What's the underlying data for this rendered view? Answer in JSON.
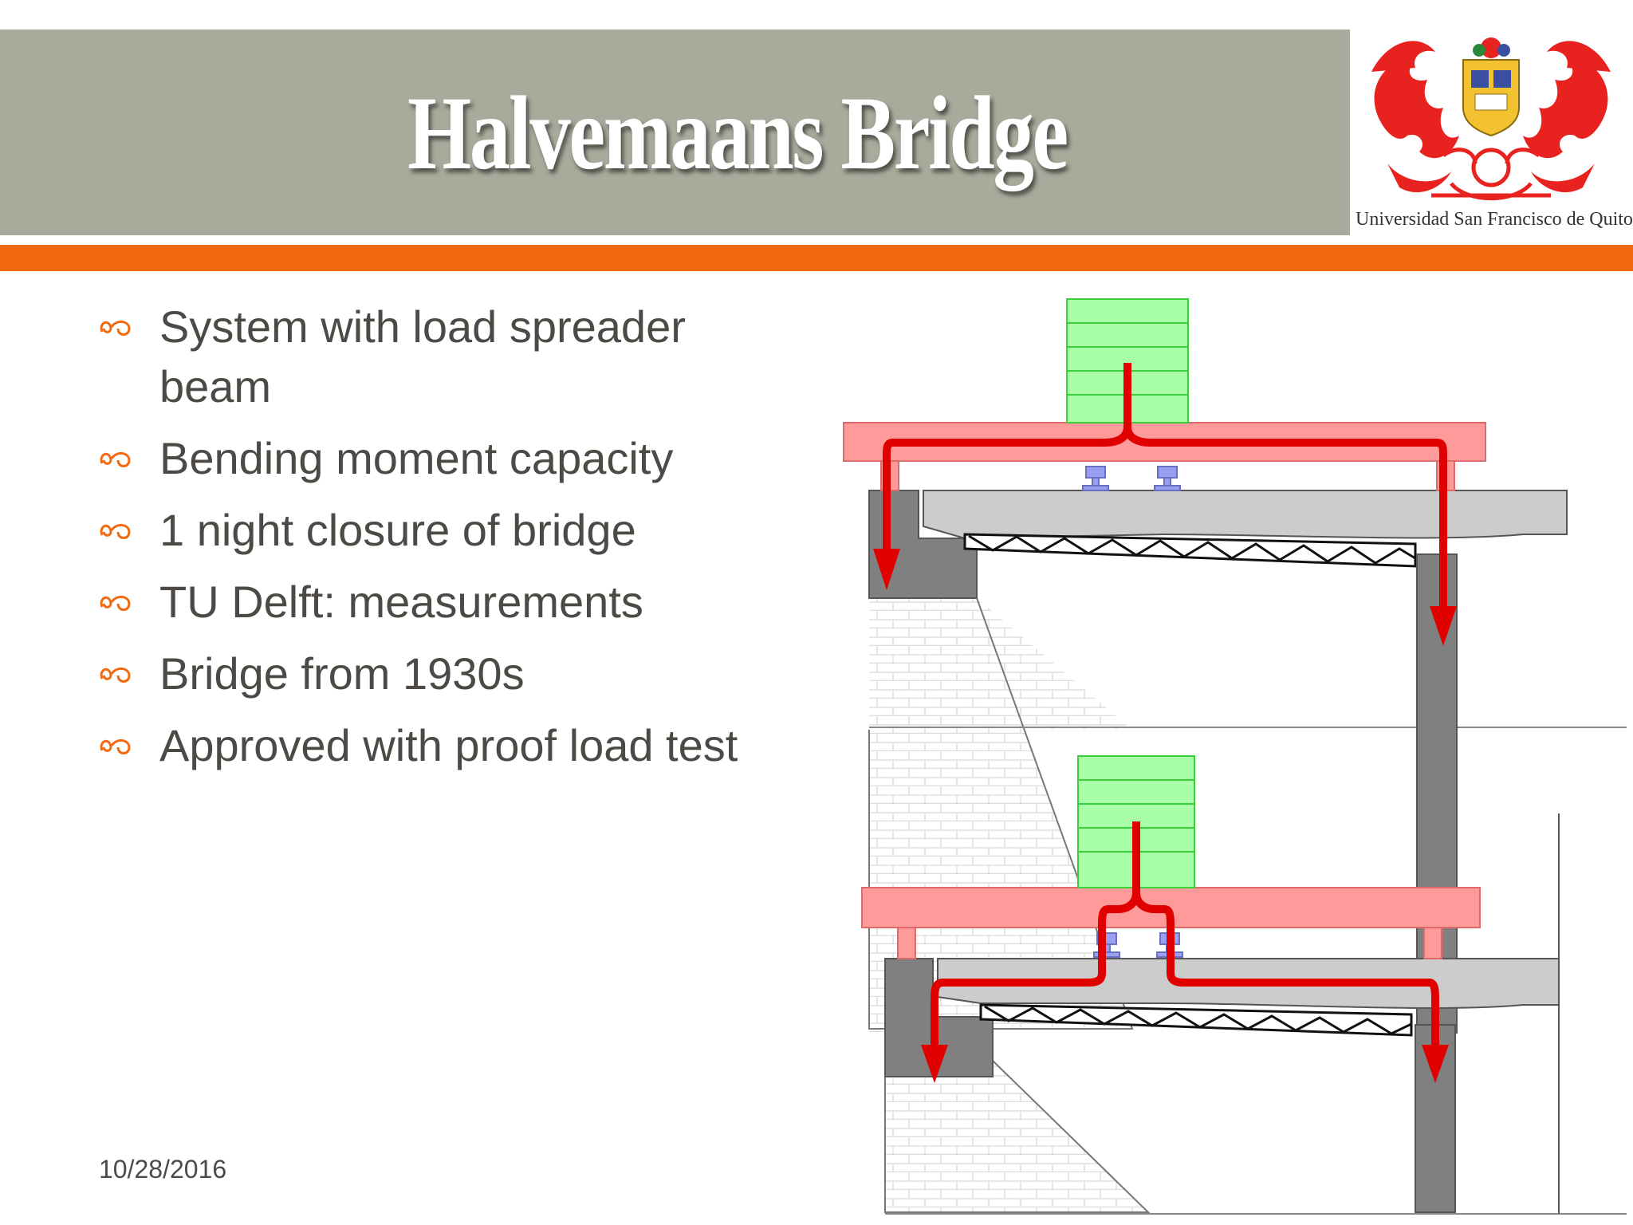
{
  "slide": {
    "title": "Halvemaans Bridge",
    "date": "10/28/2016"
  },
  "logo": {
    "caption": "Universidad San Francisco de Quito"
  },
  "bullets": [
    "System with load spreader beam",
    "Bending moment capacity",
    "1 night closure of bridge",
    "TU Delft: measurements",
    "Bridge from 1930s",
    "Approved with proof load test"
  ],
  "colors": {
    "title_bar": "#a8ab9c",
    "accent_orange": "#f26a10",
    "load_arrow": "#e00000",
    "spreader_beam": "#ff9a9a",
    "load_block": "#a8ffa8",
    "jack": "#9aa0f0",
    "abutment": "#808080"
  },
  "icons": {
    "bullet": "curl-ornament-icon",
    "logo": "university-crest-logo"
  }
}
